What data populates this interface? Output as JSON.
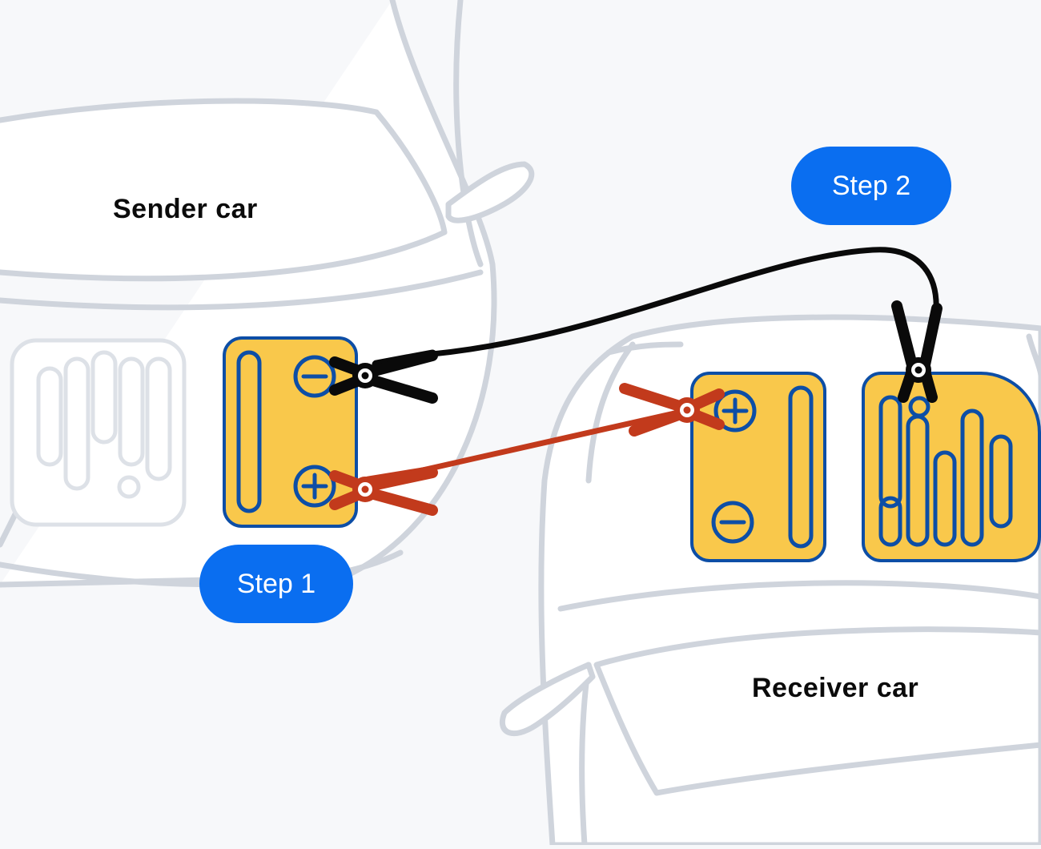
{
  "diagram": {
    "sender_car_label": "Sender car",
    "receiver_car_label": "Receiver car",
    "step1_label": "Step 1",
    "step2_label": "Step 2"
  },
  "colors": {
    "background": "#f7f8fa",
    "car_outline": "#cfd4dc",
    "car_fill": "#ffffff",
    "battery_fill": "#f9c84b",
    "battery_stroke": "#0d4ea6",
    "cable_positive": "#c23a1c",
    "cable_negative": "#0a0a0a",
    "step_pill": "#0a6ef0"
  },
  "icons": {
    "positive_terminal": "plus-icon",
    "negative_terminal": "minus-icon",
    "clamp": "jumper-clamp-icon"
  }
}
